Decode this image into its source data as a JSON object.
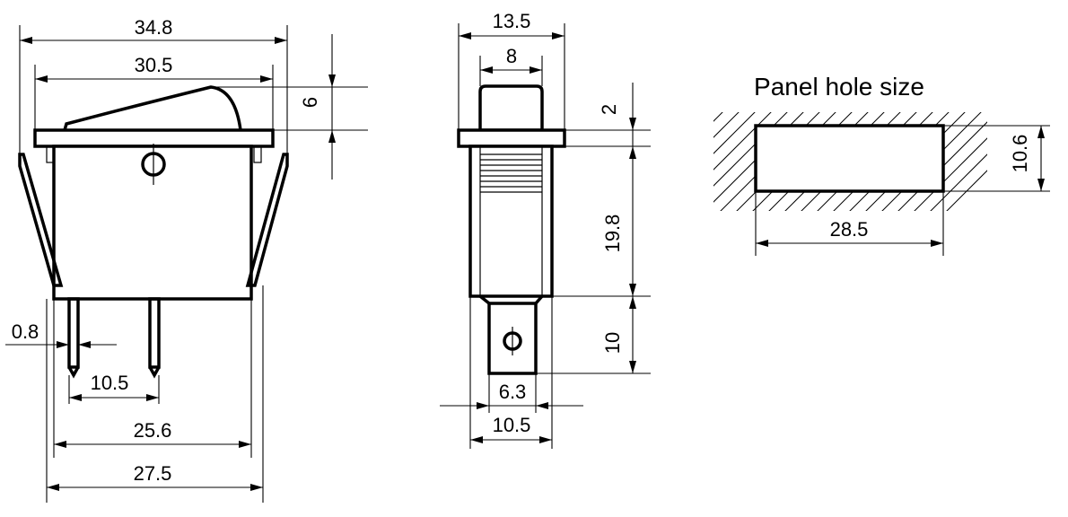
{
  "front_view": {
    "overall_width": "34.8",
    "rocker_width": "30.5",
    "rocker_height": "6",
    "pin_width": "0.8",
    "pin_spacing": "10.5",
    "body_width": "25.6",
    "clip_width": "27.5"
  },
  "side_view": {
    "flange_width": "13.5",
    "rocker_width": "8",
    "flange_thickness": "2",
    "body_height": "19.8",
    "terminal_length": "10",
    "terminal_width": "6.3",
    "body_width": "10.5"
  },
  "panel_hole": {
    "title": "Panel hole size",
    "width": "28.5",
    "height": "10.6"
  }
}
